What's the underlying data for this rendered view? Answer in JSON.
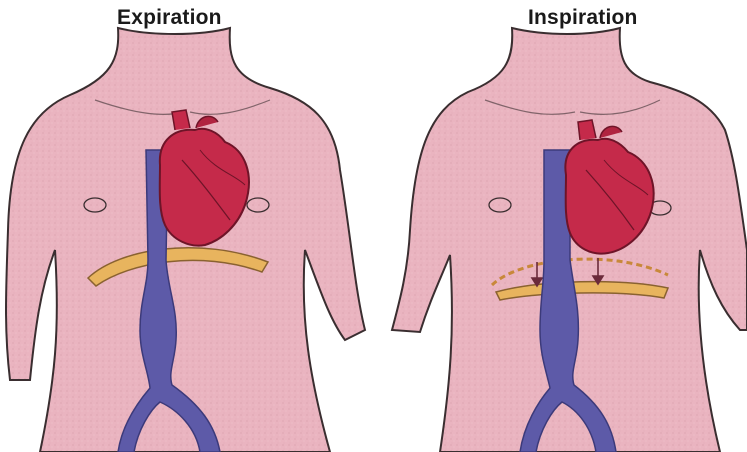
{
  "panels": {
    "expiration": {
      "title": "Expiration"
    },
    "inspiration": {
      "title": "Inspiration"
    }
  },
  "colors": {
    "skin": "#eab4c0",
    "skin_outline": "#3a2e30",
    "heart": "#c52a4a",
    "heart_dark": "#8e1c33",
    "vein": "#5d5aa8",
    "vein_dark": "#3c3a7a",
    "diaphragm": "#e8b45e",
    "arrow": "#6b2a3a"
  },
  "icons": [
    "torso-silhouette",
    "heart-icon",
    "vena-cava-icon",
    "diaphragm-icon",
    "down-arrow-icon"
  ]
}
